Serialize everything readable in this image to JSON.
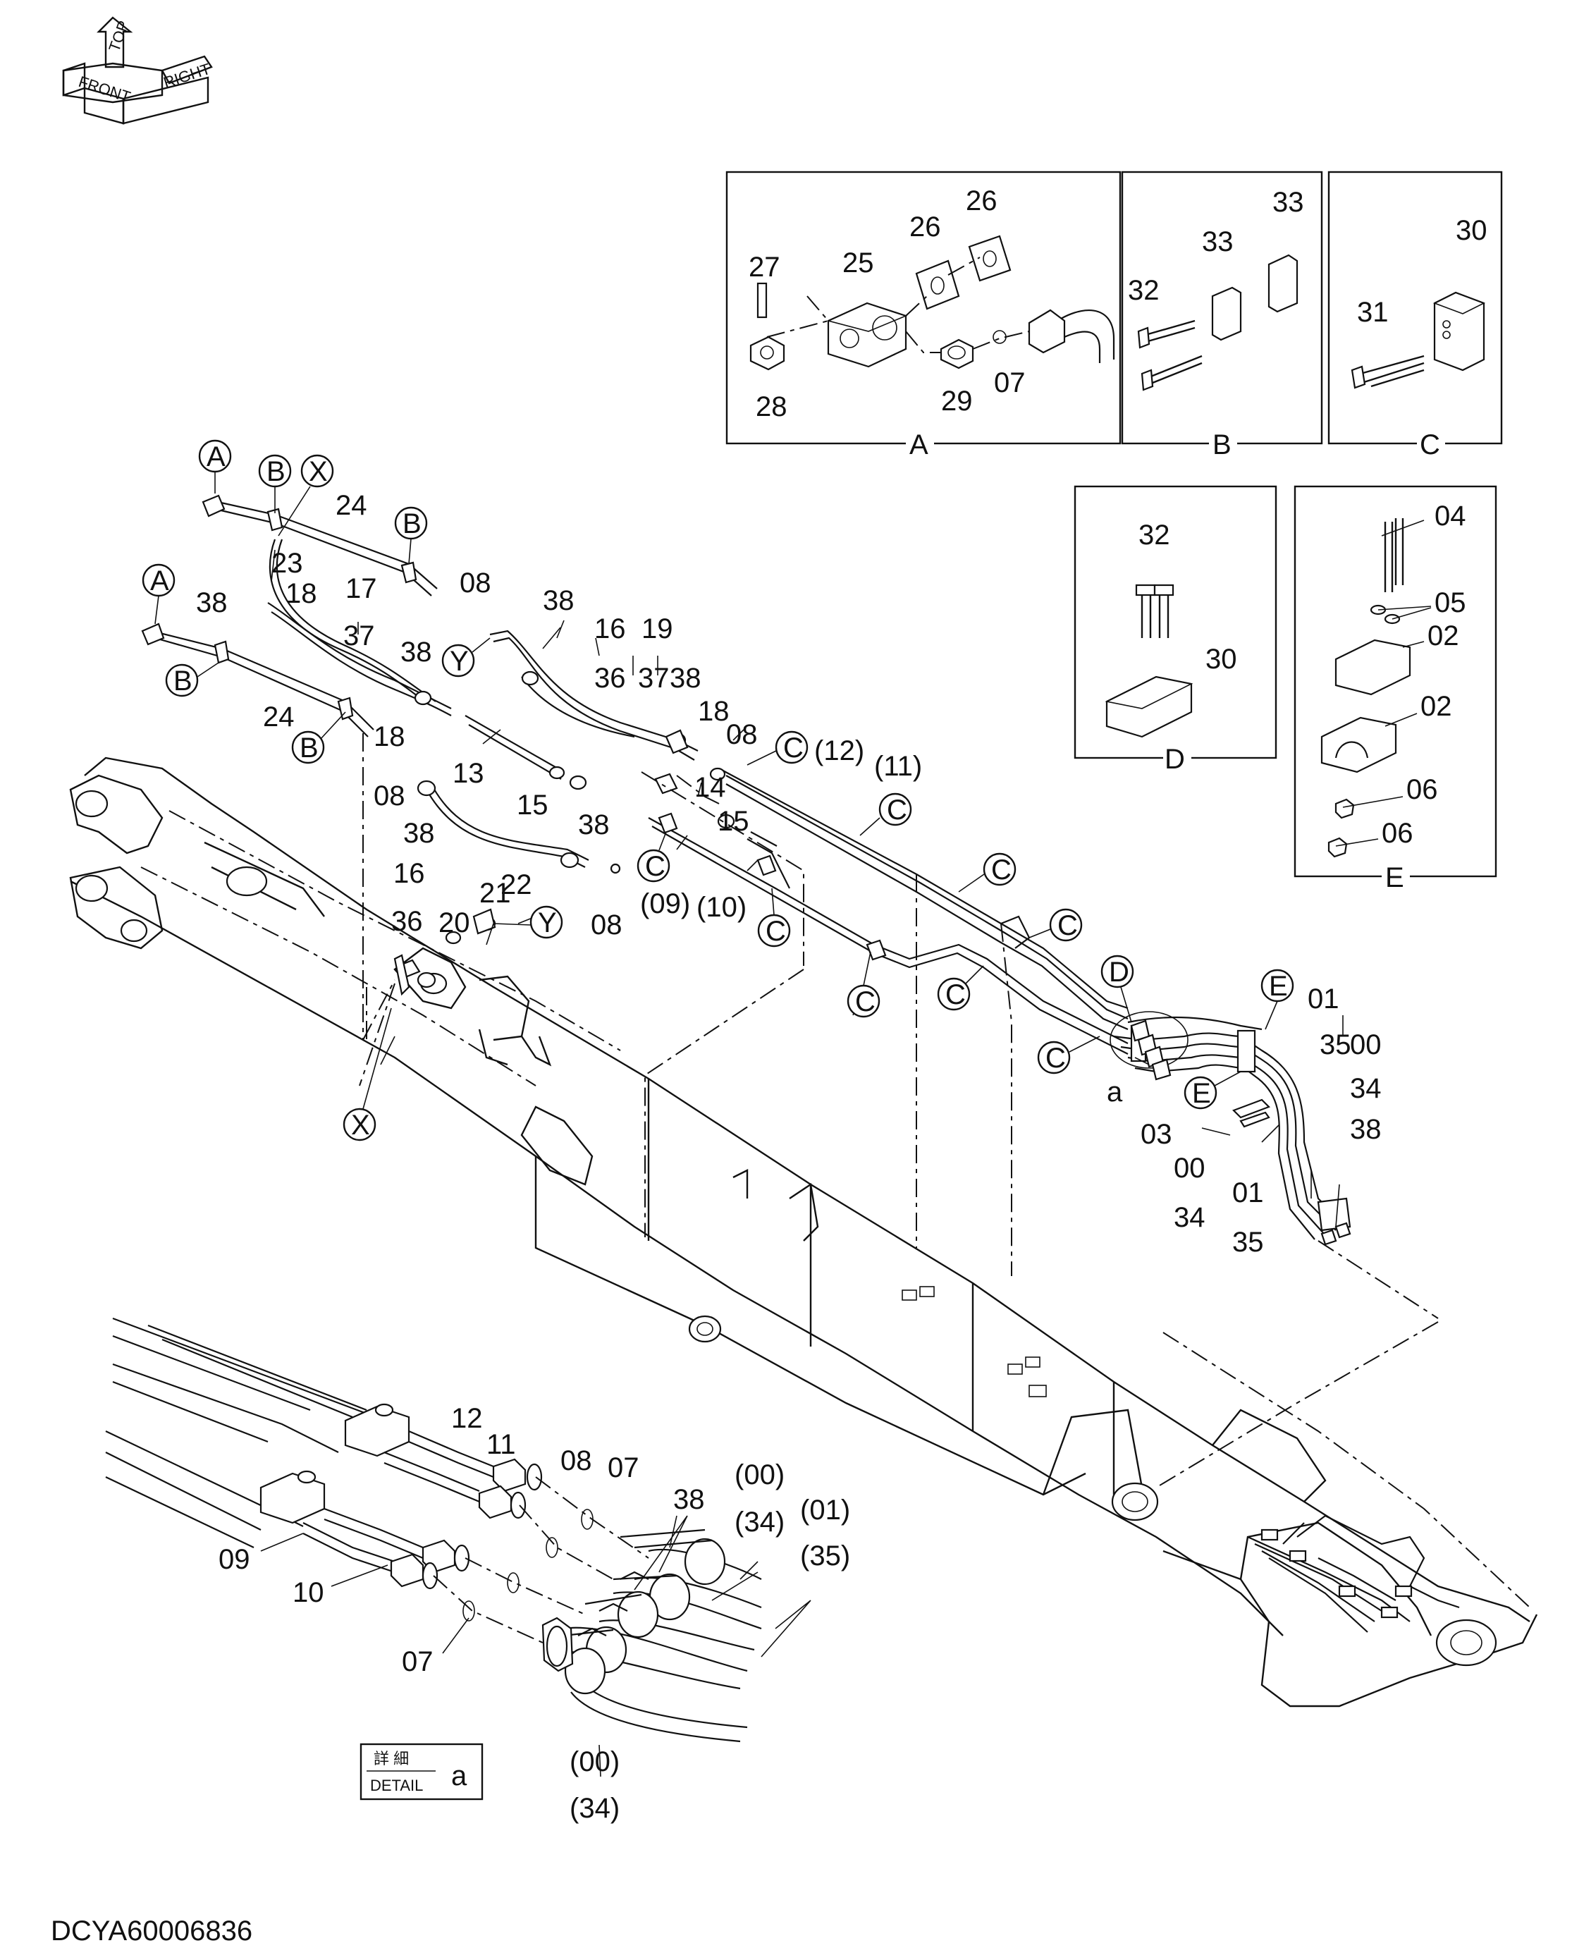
{
  "orientation": {
    "front": "FRONT",
    "top": "TOP",
    "right": "RIGHT"
  },
  "drawing_id": "DCYA60006836",
  "detail_caption": {
    "jp": "詳 細",
    "en": "DETAIL",
    "ref": "a"
  },
  "inset_boxes": {
    "A": {
      "label": "A",
      "parts": [
        "27",
        "25",
        "26",
        "26",
        "28",
        "29",
        "07"
      ]
    },
    "B": {
      "label": "B",
      "parts": [
        "32",
        "33",
        "33"
      ]
    },
    "C": {
      "label": "C",
      "parts": [
        "30",
        "31"
      ]
    },
    "D": {
      "label": "D",
      "parts": [
        "32",
        "30"
      ]
    },
    "E": {
      "label": "E",
      "parts": [
        "04",
        "05",
        "02",
        "02",
        "06",
        "06"
      ]
    }
  },
  "callouts": {
    "A": "A",
    "B": "B",
    "C": "C",
    "D": "D",
    "E": "E",
    "X": "X",
    "Y": "Y"
  },
  "part_numbers": {
    "p00": "00",
    "p01": "01",
    "p02": "02",
    "p03": "03",
    "p04": "04",
    "p05": "05",
    "p06": "06",
    "p07": "07",
    "p08": "08",
    "p09": "09",
    "p10": "10",
    "p11": "11",
    "p12": "12",
    "p13": "13",
    "p14": "14",
    "p15": "15",
    "p16": "16",
    "p17": "17",
    "p18": "18",
    "p19": "19",
    "p20": "20",
    "p21": "21",
    "p22": "22",
    "p23": "23",
    "p24": "24",
    "p25": "25",
    "p26": "26",
    "p27": "27",
    "p28": "28",
    "p29": "29",
    "p30": "30",
    "p31": "31",
    "p32": "32",
    "p33": "33",
    "p34": "34",
    "p35": "35",
    "p36": "36",
    "p37": "37",
    "p38": "38",
    "a": "a",
    "q00": "(00)",
    "q01": "(01)",
    "q09": "(09)",
    "q10": "(10)",
    "q11": "(11)",
    "q12": "(12)",
    "q34": "(34)",
    "q35": "(35)"
  }
}
